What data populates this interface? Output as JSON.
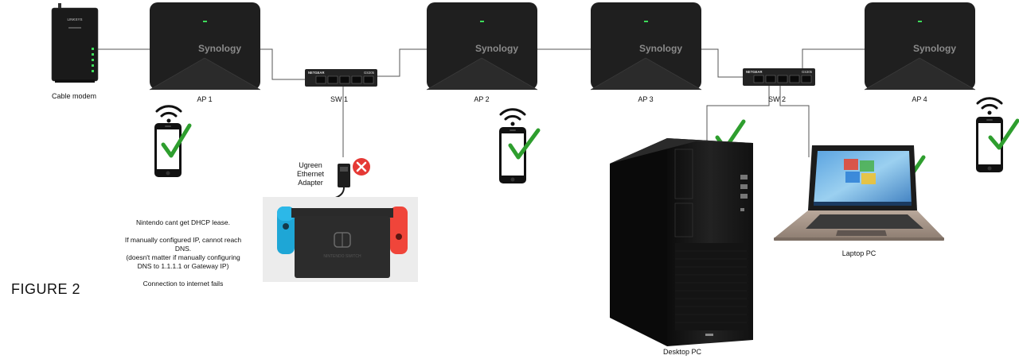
{
  "labels": {
    "modem": "Cable modem",
    "ap1": "AP 1",
    "ap2": "AP 2",
    "ap3": "AP 3",
    "ap4": "AP 4",
    "sw1": "SW 1",
    "sw2": "SW 2",
    "desktop": "Desktop PC",
    "laptop": "Laptop PC"
  },
  "device_text": {
    "router_brand": "Synology",
    "modem_brand": "LINKSYS",
    "switch_brand": "NETGEAR",
    "switch_model": "GS305",
    "nintendo_brand": "NINTENDO SWITCH"
  },
  "adapter": {
    "line1": "Ugreen",
    "line2": "Ethernet",
    "line3": "Adapter"
  },
  "notes": {
    "line1": "Nintendo cant get DHCP lease.",
    "line2": "If manually configured IP, cannot reach",
    "line3": "DNS.",
    "line4": "(doesn't matter if manually configuring",
    "line5": "DNS to 1.1.1.1 or Gateway IP)",
    "line6": "Connection to internet fails"
  },
  "figure_label": "FIGURE 2",
  "colors": {
    "check": "#2e9e2e",
    "error": "#e53935",
    "router": "#1f1f1f",
    "led": "#3ddc5a"
  },
  "icons": [
    "wifi-icon",
    "smartphone-icon",
    "checkmark-icon",
    "error-x-icon"
  ]
}
